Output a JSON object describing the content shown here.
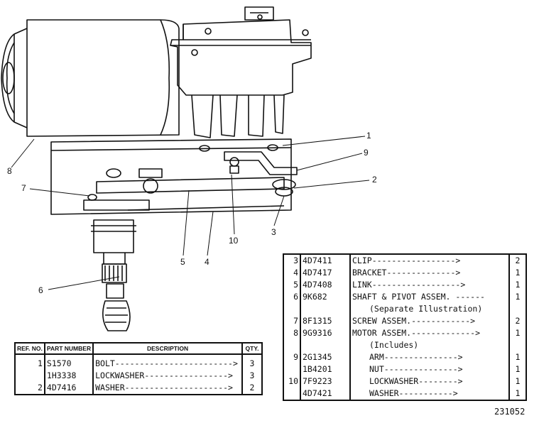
{
  "callouts": {
    "c1": "1",
    "c2": "2",
    "c3": "3",
    "c4": "4",
    "c5": "5",
    "c6": "6",
    "c7": "7",
    "c8": "8",
    "c9": "9",
    "c10": "10"
  },
  "left_table": {
    "headers": {
      "ref": "REF. NO.",
      "part": "PART NUMBER",
      "desc": "DESCRIPTION",
      "qty": "QTY."
    },
    "rows": [
      {
        "ref": "1",
        "part": "S1570",
        "desc": "BOLT",
        "qty": "3"
      },
      {
        "ref": "",
        "part": "1H3338",
        "desc": "LOCKWASHER",
        "qty": "3"
      },
      {
        "ref": "2",
        "part": "4D7416",
        "desc": "WASHER",
        "qty": "2"
      }
    ]
  },
  "right_table": {
    "rows": [
      {
        "ref": "3",
        "part": "4D7411",
        "desc": "CLIP",
        "qty": "2"
      },
      {
        "ref": "4",
        "part": "4D7417",
        "desc": "BRACKET",
        "qty": "1"
      },
      {
        "ref": "5",
        "part": "4D7408",
        "desc": "LINK",
        "qty": "1"
      },
      {
        "ref": "6",
        "part": "9K682",
        "desc": "SHAFT & PIVOT ASSEM.",
        "qty": "1"
      },
      {
        "ref": "",
        "part": "",
        "desc": "(Separate Illustration)",
        "qty": ""
      },
      {
        "ref": "7",
        "part": "8F1315",
        "desc": "SCREW ASSEM.",
        "qty": "2"
      },
      {
        "ref": "8",
        "part": "9G9316",
        "desc": "MOTOR ASSEM.",
        "qty": "1"
      },
      {
        "ref": "",
        "part": "",
        "desc": "(Includes)",
        "qty": ""
      },
      {
        "ref": "9",
        "part": "2G1345",
        "desc": "ARM",
        "qty": "1"
      },
      {
        "ref": "",
        "part": "1B4201",
        "desc": "NUT",
        "qty": "1"
      },
      {
        "ref": "10",
        "part": "7F9223",
        "desc": "LOCKWASHER",
        "qty": "1"
      },
      {
        "ref": "",
        "part": "4D7421",
        "desc": "WASHER",
        "qty": "1"
      }
    ]
  },
  "figure_number": "231052"
}
